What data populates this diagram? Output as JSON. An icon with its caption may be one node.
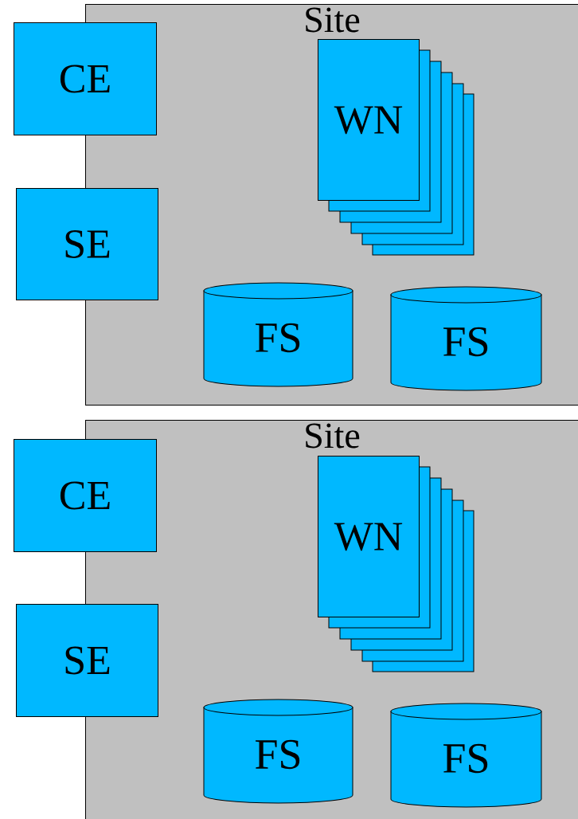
{
  "diagram": {
    "nodes": [
      {
        "text": [
          "Site"
        ]
      },
      {
        "text": [
          "CE"
        ]
      },
      {
        "text": [
          "SE"
        ]
      },
      {
        "text": [
          "WN"
        ],
        "in": 0
      },
      {
        "text": [
          "FS"
        ],
        "in": 0
      },
      {
        "text": [
          "FS"
        ],
        "in": 0
      },
      {
        "text": [
          "Site"
        ]
      },
      {
        "text": [
          "CE"
        ]
      },
      {
        "text": [
          "SE"
        ]
      },
      {
        "text": [
          "WN"
        ],
        "in": 6
      },
      {
        "text": [
          "FS"
        ],
        "in": 6
      },
      {
        "text": [
          "FS"
        ],
        "in": 6
      }
    ]
  }
}
